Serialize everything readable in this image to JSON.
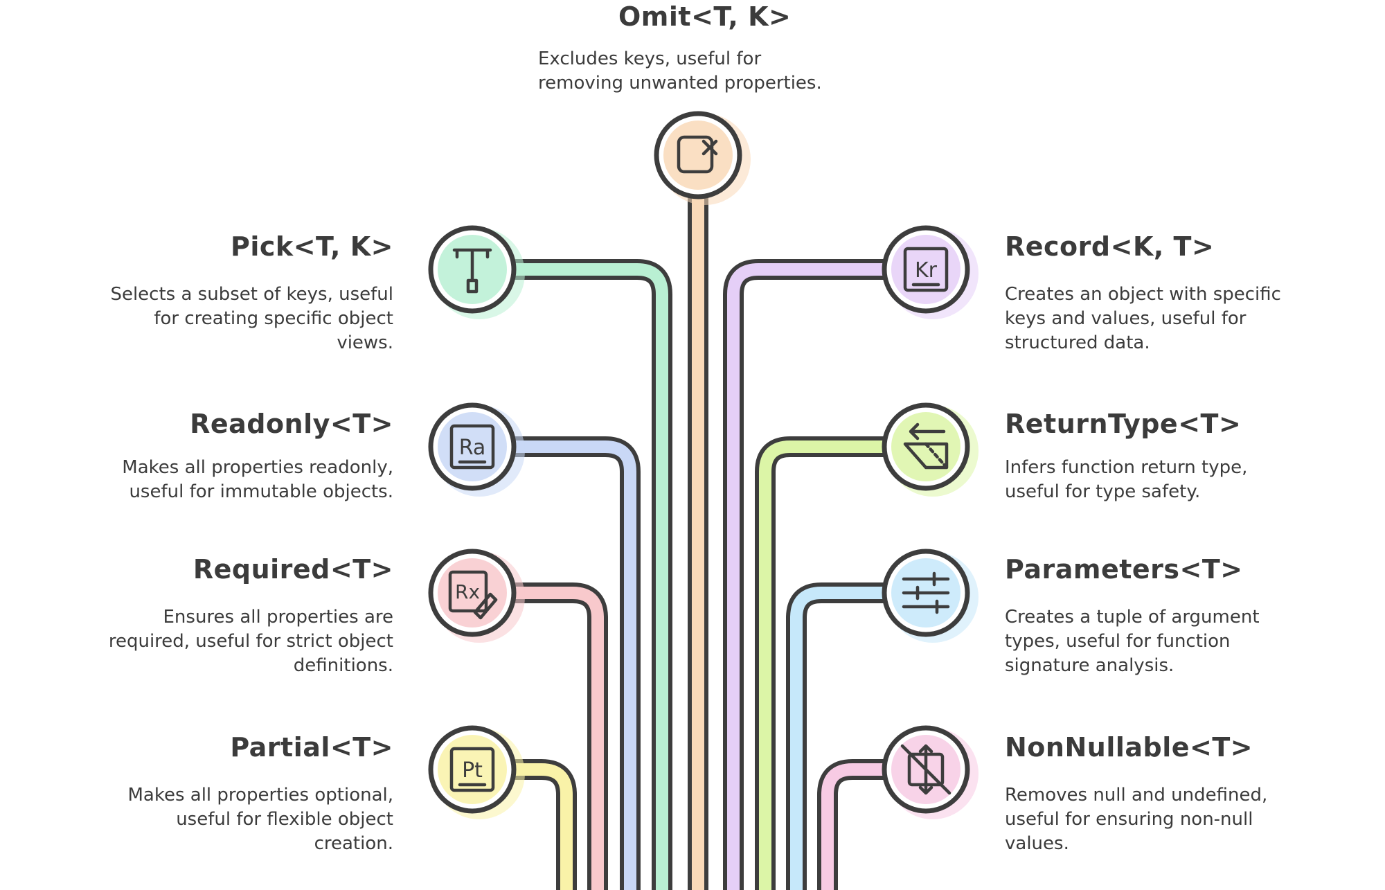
{
  "colors": {
    "outline": "#3d3d3d",
    "omit": "#f9d9b8",
    "pick": "#b9f0d3",
    "readonly": "#c9d8f6",
    "required": "#f8c9cc",
    "partial": "#f9f2a8",
    "record": "#e5cff7",
    "returntype": "#dcf5a7",
    "parameters": "#c6e8fa",
    "nonnullable": "#f7cbe4"
  },
  "nodes": {
    "omit": {
      "title": "Omit<T, K>",
      "desc": [
        "Excludes keys, useful for",
        "removing unwanted properties."
      ],
      "icon": "omit-icon"
    },
    "pick": {
      "title": "Pick<T, K>",
      "desc": [
        "Selects a subset of keys, useful",
        "for creating specific object",
        "views."
      ],
      "icon": "pick-icon"
    },
    "readonly": {
      "title": "Readonly<T>",
      "desc": [
        "Makes all properties readonly,",
        "useful for immutable objects."
      ],
      "icon": "readonly-icon",
      "icon_text": "Ra"
    },
    "required": {
      "title": "Required<T>",
      "desc": [
        "Ensures all properties are",
        "required, useful for strict object",
        "definitions."
      ],
      "icon": "required-icon",
      "icon_text": "Rx"
    },
    "partial": {
      "title": "Partial<T>",
      "desc": [
        "Makes all properties optional,",
        "useful for flexible object",
        "creation."
      ],
      "icon": "partial-icon",
      "icon_text": "Pt"
    },
    "record": {
      "title": "Record<K, T>",
      "desc": [
        "Creates an object with specific",
        "keys and values, useful for",
        "structured data."
      ],
      "icon": "record-icon",
      "icon_text": "Kr"
    },
    "returntype": {
      "title": "ReturnType<T>",
      "desc": [
        "Infers function return type,",
        "useful for type safety."
      ],
      "icon": "returntype-icon"
    },
    "parameters": {
      "title": "Parameters<T>",
      "desc": [
        "Creates a tuple of argument",
        "types, useful for function",
        "signature analysis."
      ],
      "icon": "parameters-icon"
    },
    "nonnullable": {
      "title": "NonNullable<T>",
      "desc": [
        "Removes null and undefined,",
        "useful for ensuring non-null",
        "values."
      ],
      "icon": "nonnullable-icon"
    }
  }
}
